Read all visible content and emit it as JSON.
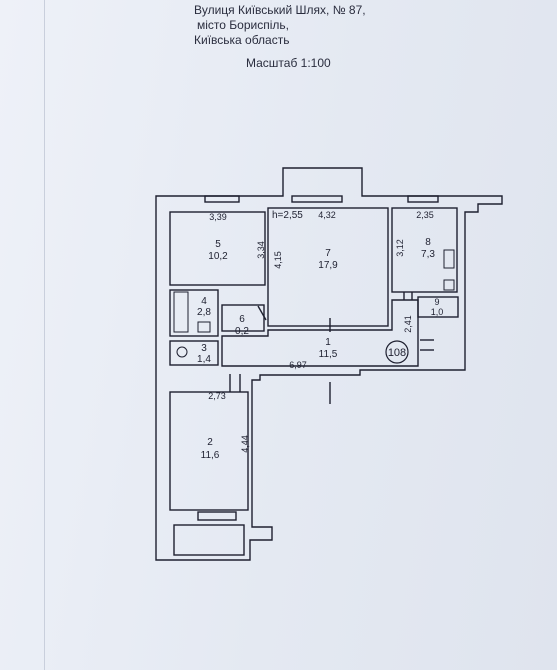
{
  "header": {
    "address_line1": "Вулиця Київський Шлях, № 87,",
    "address_line2": "місто Бориспіль,",
    "address_line3": "Київська область",
    "scale": "Масштаб 1:100"
  },
  "plan": {
    "apartment_number": "108",
    "ceiling_height": "h=2,55",
    "rooms": [
      {
        "number": "1",
        "area": "11,5"
      },
      {
        "number": "2",
        "area": "11,6"
      },
      {
        "number": "3",
        "area": "1,4"
      },
      {
        "number": "4",
        "area": "2,8"
      },
      {
        "number": "5",
        "area": "10,2"
      },
      {
        "number": "6",
        "area": "0,2"
      },
      {
        "number": "7",
        "area": "17,9"
      },
      {
        "number": "8",
        "area": "7,3"
      },
      {
        "number": "9",
        "area": "1,0"
      }
    ],
    "dimensions": {
      "room5_width": "3,39",
      "room5_height": "3,34",
      "room7_width": "4,32",
      "room7_height": "4,15",
      "room8_width": "2,35",
      "room8_height": "3,12",
      "corridor_length": "6,97",
      "corridor_width": "2,41",
      "room2_width": "2,73",
      "room2_height": "4,44"
    }
  }
}
